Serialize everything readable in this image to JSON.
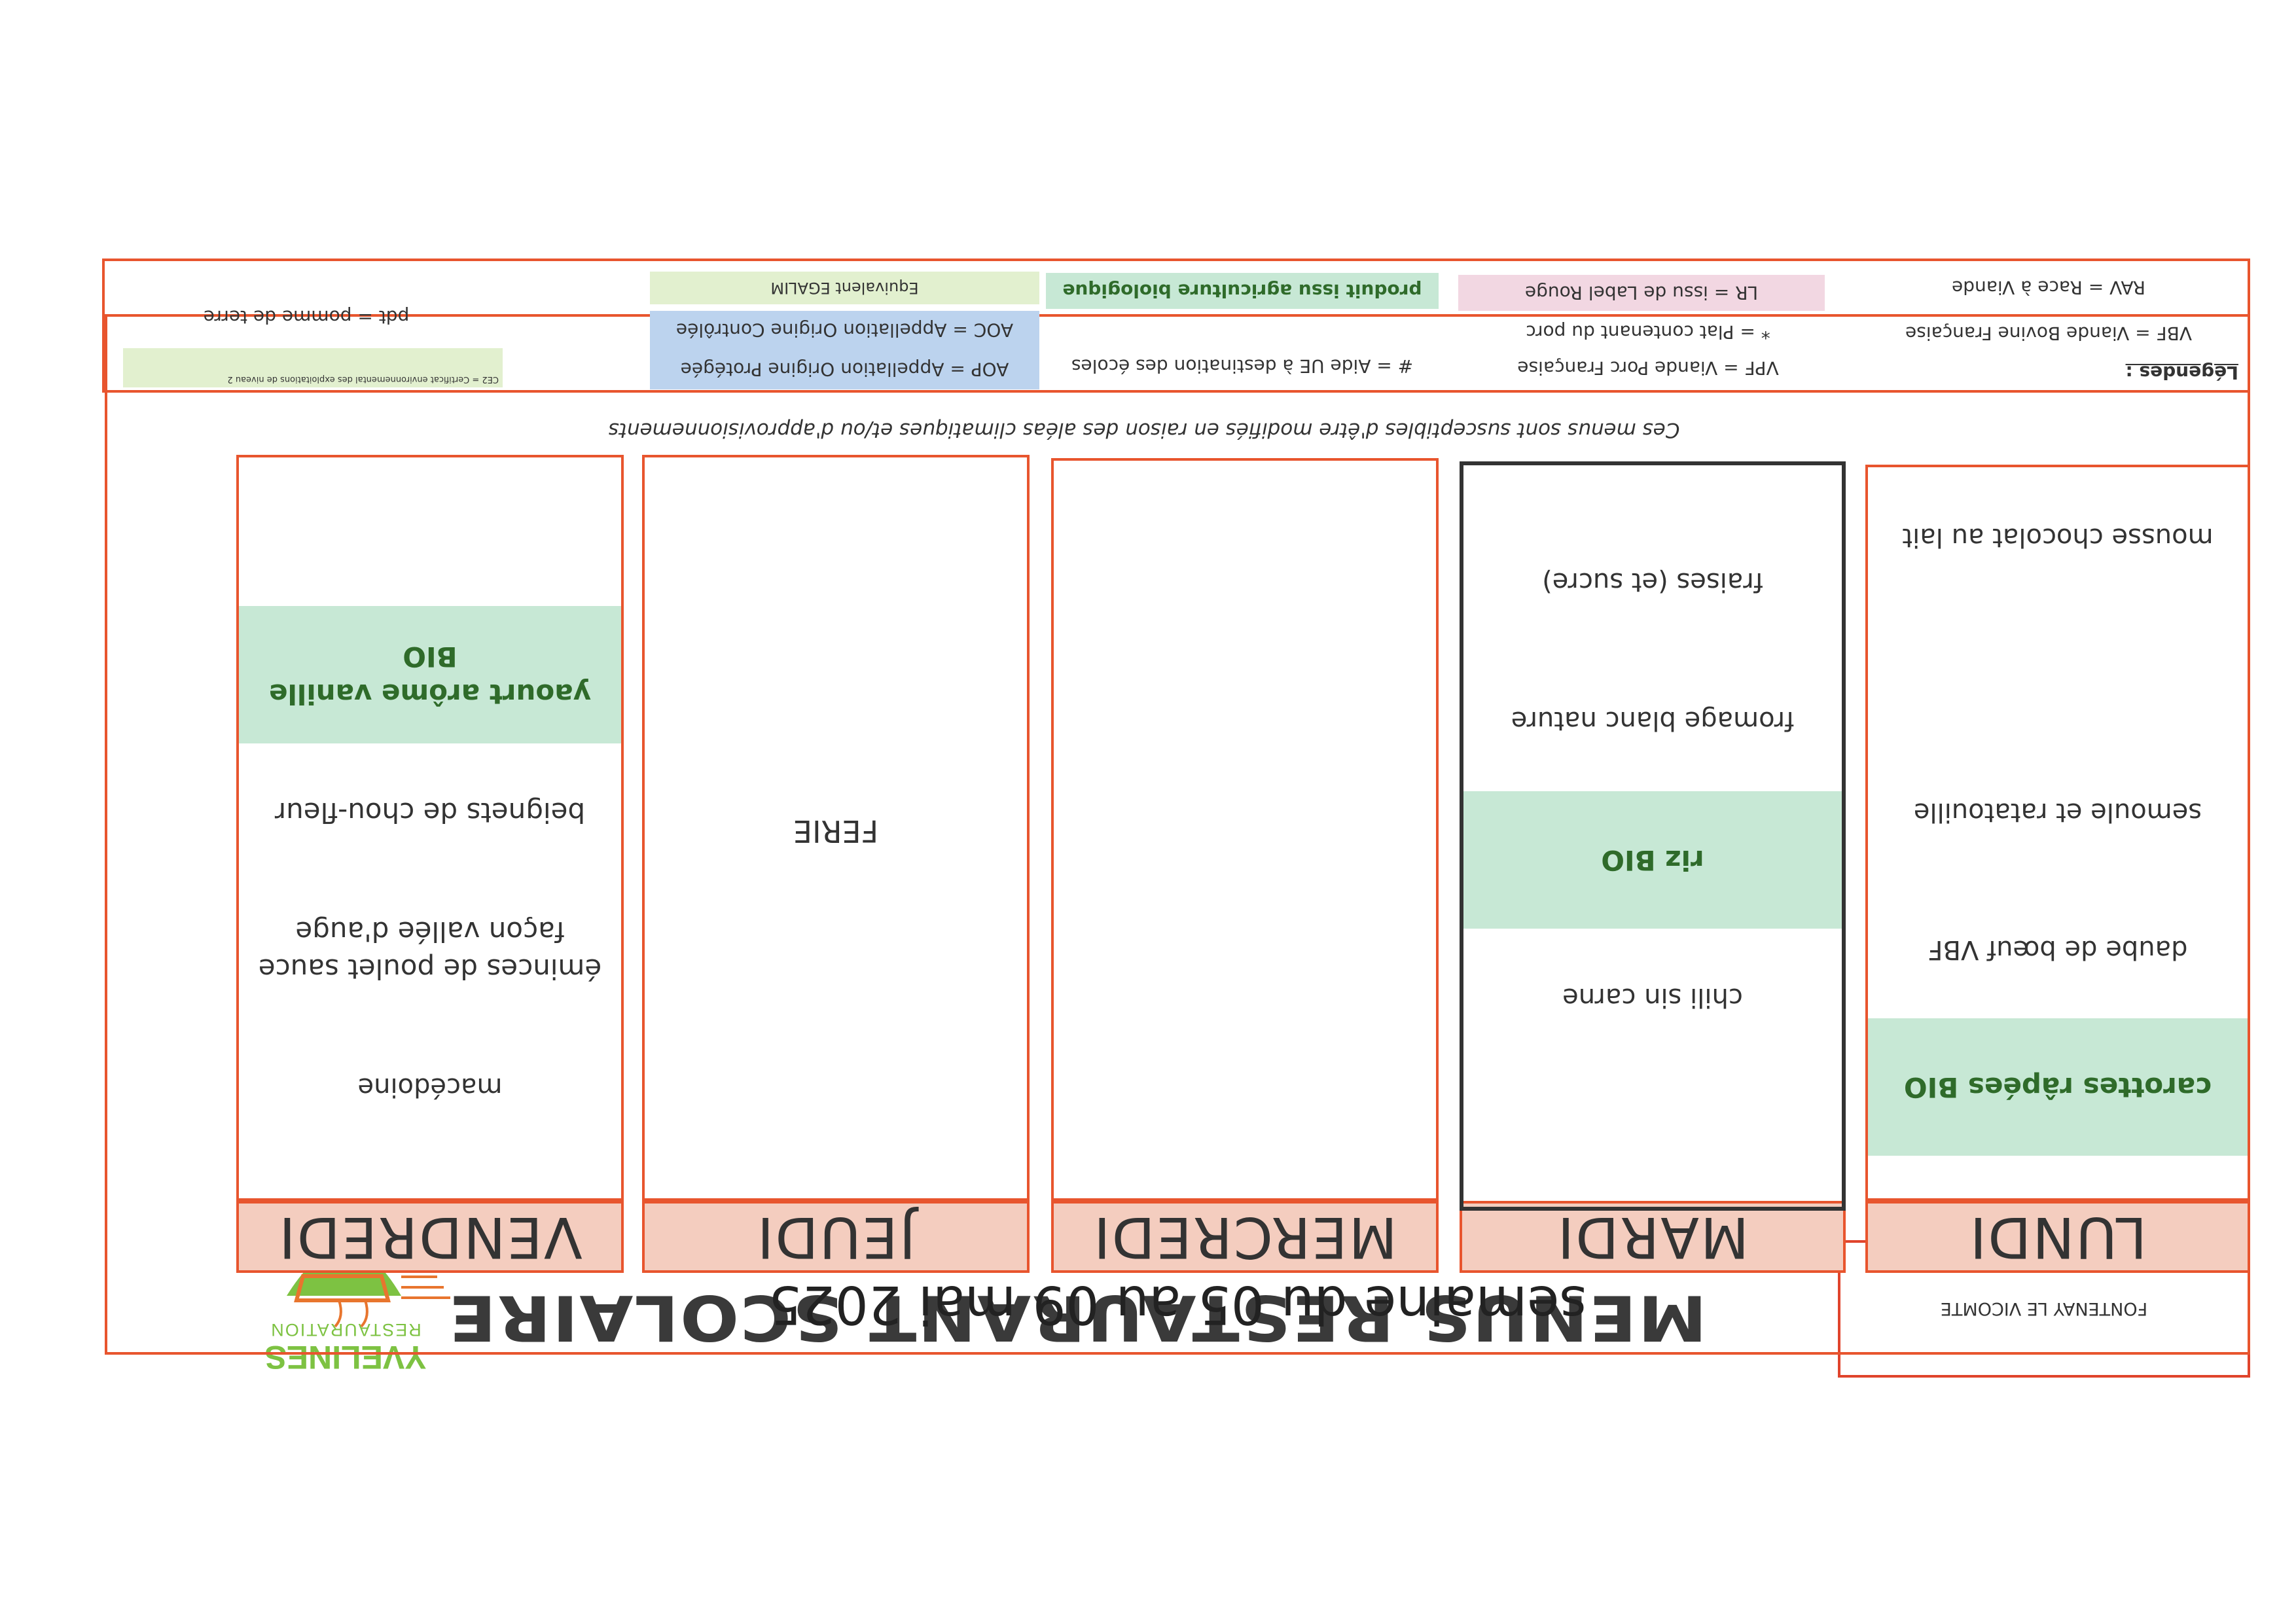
{
  "header": {
    "site": "FONTENAY LE VICOMTE",
    "title": "MENUS RESTAURANT SCOLAIRE",
    "logo_line1": "YVELINES",
    "logo_line2": "RESTAURATION"
  },
  "week": "semaine du 05 au 09 mai 2025",
  "days": [
    {
      "label": "LUNDI",
      "dishes": [
        "carottes râpées BIO",
        "daube de bœuf VBF",
        "semoule et ratatouille",
        "",
        "mousse chocolat au lait"
      ]
    },
    {
      "label": "MARDI",
      "dishes": [
        "",
        "chili sin carne",
        "riz BIO",
        "fromage blanc nature",
        "fraises (et sucre)"
      ]
    },
    {
      "label": "MERCREDI",
      "dishes": []
    },
    {
      "label": "JEUDI",
      "dishes": [
        "FERIE"
      ]
    },
    {
      "label": "VENDREDI",
      "dishes": [
        "macédoine",
        "éminces de poulet sauce façon vallée d'auge",
        "beignets de chou-fleur",
        "yaourt arôme vanille BIO",
        ""
      ]
    }
  ],
  "notice": "Ces menus sont susceptibles d'être modifiés en raison des aléas climatiques et/ou d'approvisionnements",
  "legend": {
    "title": "Légendes :",
    "vbf": "VBF = Viande Bovine Française",
    "rav": "RAV = Race à Viande",
    "vpf": "VPF = Viande Porc Française",
    "porc": "* = Plat contenant du porc",
    "lr": "LR = issu de Label Rouge",
    "aide": "# = Aide UE à destination des écoles",
    "bio": "produit issu agriculture biologique",
    "aop": "AOP = Appellation Origine Protégée",
    "aoc": "AOC = Appellation Origine Contrôlée",
    "egalim": "Equivalent EGALIM",
    "ce2": "CE2 = Certificat environnemental des exploitations de niveau 2",
    "pdt": "pdt = pomme de terre"
  },
  "colors": {
    "accent": "#e8552e",
    "day_header": "#f4cdbf",
    "bio": "#c7e8d5",
    "bio_text": "#2f6b2a",
    "label_rouge": "#f2d7e2",
    "aop": "#bcd3ee",
    "egalim": "#e2f0cf",
    "logo_green": "#7dc242",
    "logo_orange": "#e8752e"
  }
}
